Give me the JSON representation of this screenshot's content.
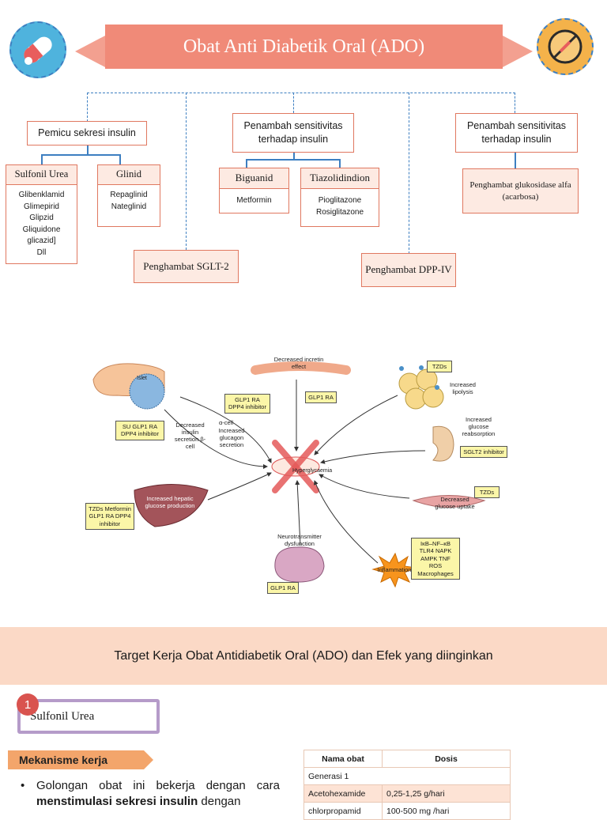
{
  "header": {
    "title": "Obat Anti Diabetik Oral (ADO)"
  },
  "icons": {
    "left": "pill-capsule-icon",
    "right": "no-drug-icon"
  },
  "tree": {
    "group1": {
      "title": "Pemicu sekresi insulin",
      "sub1": {
        "title": "Sulfonil Urea",
        "items": [
          "Glibenklamid",
          "Glimepirid",
          "Glipzid",
          "Gliquidone",
          "glicazid]",
          "Dll"
        ]
      },
      "sub2": {
        "title": "Glinid",
        "items": [
          "Repaglinid",
          "Nateglinid"
        ]
      }
    },
    "sglt2": "Penghambat SGLT-2",
    "group2": {
      "title": "Penambah sensitivitas terhadap insulin",
      "sub1": {
        "title": "Biguanid",
        "items": [
          "Metformin"
        ]
      },
      "sub2": {
        "title": "Tiazolidindion",
        "items": [
          "Pioglitazone",
          "Rosiglitazone"
        ]
      }
    },
    "dpp4": "Penghambat DPP-IV",
    "group3": {
      "title": "Penambah sensitivitas terhadap insulin",
      "sub1": {
        "title": "Penghambat glukosidase alfa (acarbosa)"
      }
    }
  },
  "diagram": {
    "center": "Hyperglycaemia",
    "incretin": "Decreased incretin effect",
    "incretin_drugs": "GLP1 RA",
    "islet": "Islet",
    "islet_drugs": "GLP1 RA DPP4 inhibitor",
    "pancreas_drugs": "SU GLP1 RA DPP4 inhibitor",
    "insulin_effect": "Decreased insulin secretion β-cell",
    "alpha_cell": "α-cell",
    "glucagon_effect": "Increased glucagon secretion",
    "fat_drugs": "TZDs",
    "fat_effect": "Increased lipolysis",
    "kidney_effect": "Increased glucose reabsorption",
    "kidney_drugs": "SGLT2 inhibitor",
    "muscle_drugs": "TZDs",
    "muscle_effect": "Decreased glucose uptake",
    "liver_effect": "Increased hepatic glucose production",
    "liver_drugs": "TZDs Metformin GLP1 RA DPP4 inhibitor",
    "brain_effect": "Neurotransmitter dysfunction",
    "brain_drugs": "GLP1 RA",
    "inflammation": "Inflammation",
    "inflammation_markers": "IκB–NF–κB TLR4 NAPK AMPK TNF ROS Macrophages"
  },
  "section": {
    "band_title": "Target Kerja Obat Antidiabetik Oral (ADO) dan Efek yang diinginkan",
    "number": "1",
    "heading": "Sulfonil Urea",
    "mechanism_label": "Mekanisme kerja",
    "bullet_part1": "Golongan obat ini bekerja dengan cara ",
    "bullet_bold": "menstimulasi sekresi insulin",
    "bullet_part2": " dengan"
  },
  "dose_table": {
    "headers": [
      "Nama obat",
      "Dosis"
    ],
    "generation": "Generasi 1",
    "rows": [
      [
        "Acetohexamide",
        "0,25-1,25 g/hari"
      ],
      [
        "chlorpropamid",
        "100-500 mg /hari"
      ]
    ]
  },
  "colors": {
    "banner": "#f08a78",
    "connector": "#3d7fc1",
    "box_border": "#e07860",
    "band": "#fbd9c6",
    "label": "#f3a56b",
    "frame": "#b59bc9"
  }
}
